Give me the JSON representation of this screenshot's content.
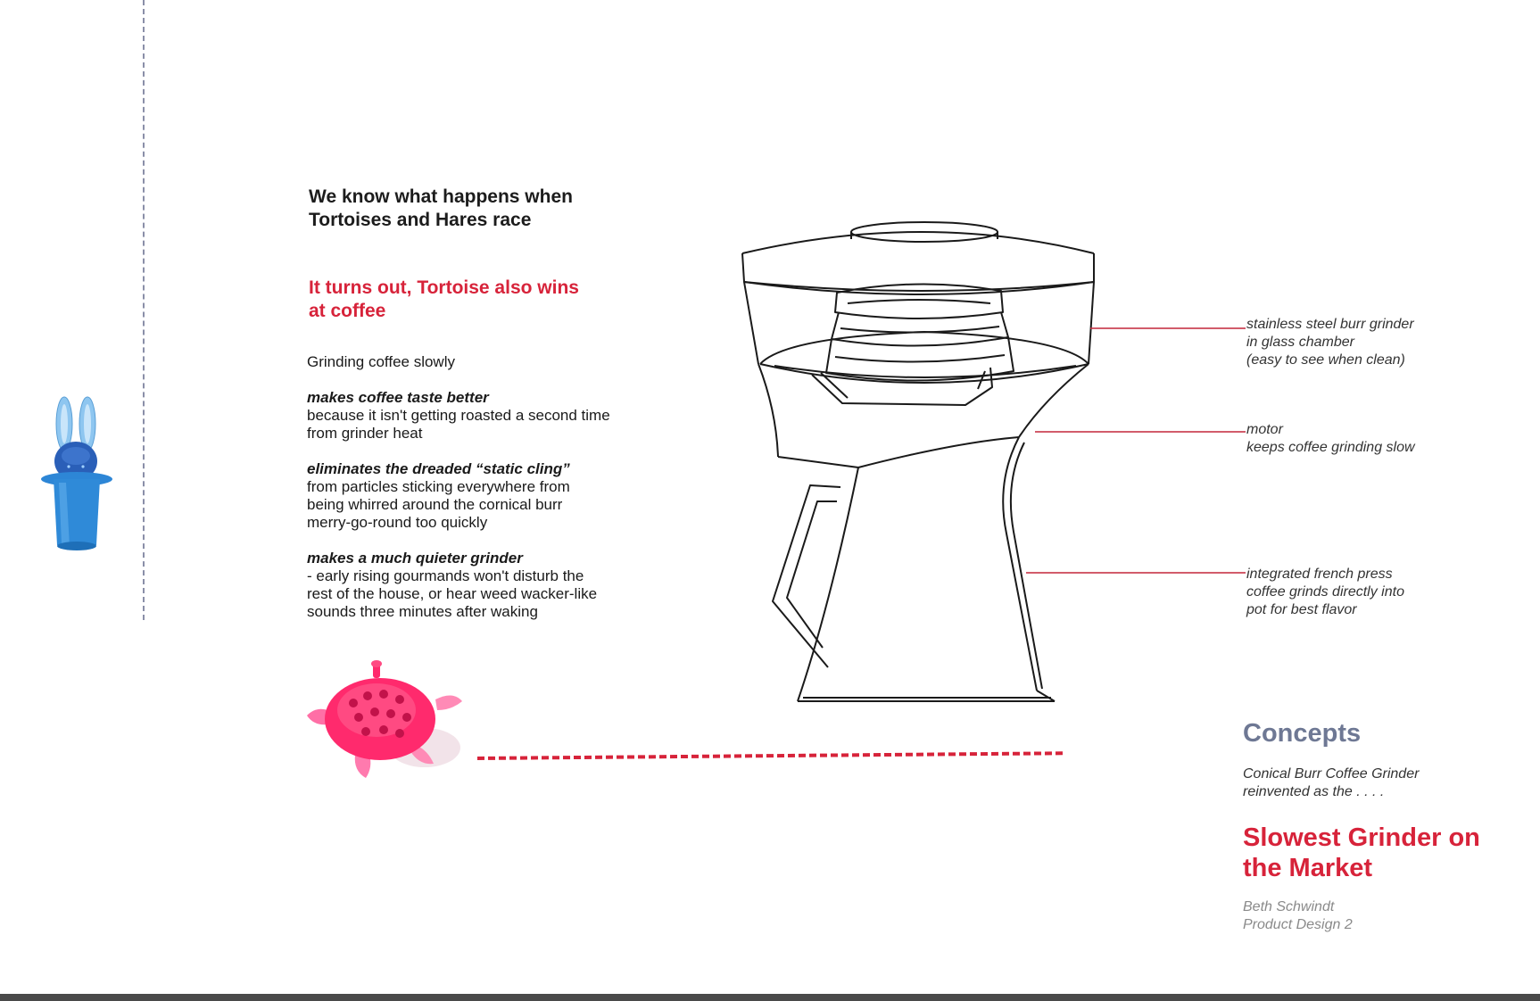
{
  "headline": "We know what happens when Tortoises and Hares race",
  "subhead": "It turns out, Tortoise also wins at coffee",
  "body": {
    "intro": "Grinding coffee slowly",
    "points": [
      {
        "title": "makes coffee taste better",
        "text": "because it isn't getting roasted a second time from grinder heat"
      },
      {
        "title": "eliminates the dreaded “static cling”",
        "text": "from particles sticking everywhere from being whirred around the cornical burr merry-go-round too quickly"
      },
      {
        "title": "makes a much quieter grinder",
        "text": "- early rising gourmands won't disturb the rest of the house, or hear weed wacker-like sounds three minutes after waking"
      }
    ]
  },
  "callouts": [
    {
      "lines": [
        "stainless steel burr grinder",
        "in glass chamber",
        "(easy to see when clean)"
      ]
    },
    {
      "lines": [
        "motor",
        "keeps coffee grinding slow"
      ]
    },
    {
      "lines": [
        "integrated french press",
        "coffee grinds directly into",
        "pot for best flavor"
      ]
    }
  ],
  "concepts": {
    "title": "Concepts",
    "desc_line1": "Conical Burr Coffee Grinder",
    "desc_line2": "reinvented as the  . . . .",
    "tagline": "Slowest Grinder on the Market",
    "author": "Beth Schwindt",
    "course": "Product Design 2"
  },
  "colors": {
    "accent_red": "#d7233a",
    "concepts_blue": "#6e7894",
    "rabbit_blue": "#1f7fd0",
    "tortoise_pink": "#ff2a6d"
  }
}
